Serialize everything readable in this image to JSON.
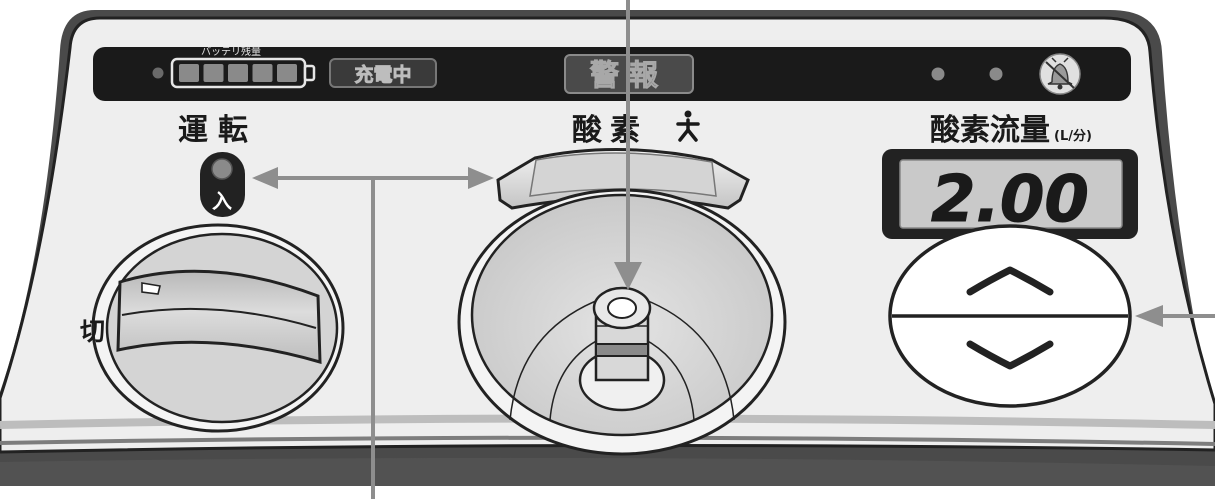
{
  "status_bar": {
    "battery_label": "バッテリ残量",
    "battery_level": 1.0,
    "charging_label": "充電中",
    "alarm_label": "警報"
  },
  "run": {
    "heading": "運転",
    "on_label": "入",
    "off_label": "切"
  },
  "oxygen": {
    "heading": "酸素",
    "person_glyph": "🚶"
  },
  "flow": {
    "heading": "酸素流量",
    "unit": "(L/分)",
    "value": "2.00"
  },
  "icons": {
    "alarm_mute": "bell-slash-icon",
    "flow_up": "chevron-up-icon",
    "flow_down": "chevron-down-icon"
  },
  "colors": {
    "panel": "#eeeeee",
    "bar": "#1a1a1a",
    "lcd": "#c9c9c9",
    "arrow": "#8e8e8e"
  }
}
